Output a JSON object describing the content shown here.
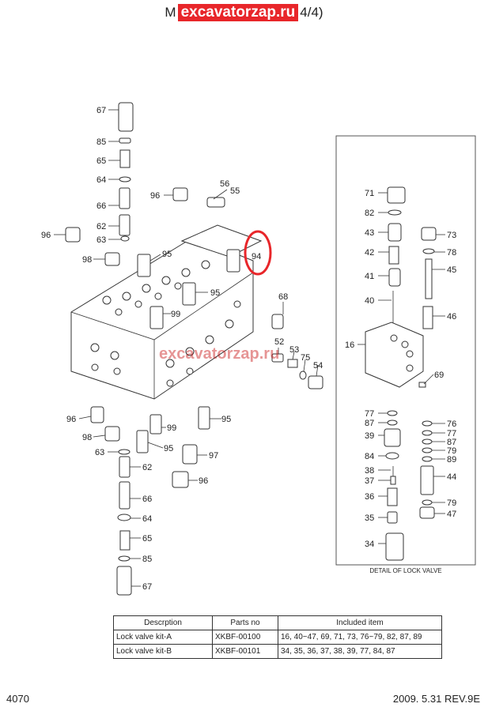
{
  "header": {
    "title_prefix": "M",
    "watermark": "excavatorzap.ru",
    "title_suffix": "4/4)"
  },
  "watermark_center": "excavatorzap.ru",
  "labels_left": [
    "67",
    "85",
    "65",
    "64",
    "66",
    "62",
    "63",
    "96",
    "98",
    "96",
    "56",
    "55",
    "95",
    "94",
    "95",
    "99",
    "68",
    "52",
    "53",
    "75",
    "54",
    "96",
    "98",
    "99",
    "95",
    "63",
    "95",
    "97",
    "62",
    "96",
    "66",
    "64",
    "65",
    "85",
    "67"
  ],
  "labels_lock": [
    "71",
    "82",
    "43",
    "73",
    "78",
    "42",
    "41",
    "45",
    "40",
    "46",
    "16",
    "69",
    "77",
    "76",
    "87",
    "77",
    "39",
    "87",
    "79",
    "84",
    "89",
    "38",
    "37",
    "44",
    "36",
    "79",
    "35",
    "47",
    "34"
  ],
  "detail_caption": "DETAIL OF LOCK VALVE",
  "table": {
    "headers": [
      "Descrption",
      "Parts no",
      "Included item"
    ],
    "rows": [
      [
        "Lock valve kit-A",
        "XKBF-00100",
        "16, 40~47, 69, 71, 73, 76~79, 82, 87, 89"
      ],
      [
        "Lock valve kit-B",
        "XKBF-00101",
        "34, 35, 36, 37, 38, 39, 77, 84, 87"
      ]
    ]
  },
  "footer": {
    "page": "4070",
    "date_rev": "2009. 5.31  REV.9E"
  },
  "highlight_color": "#e8262a"
}
